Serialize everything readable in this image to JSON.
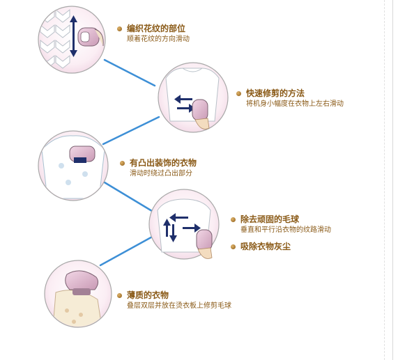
{
  "tips": [
    {
      "title": "编织花纹的部位",
      "desc": "顺着花纹的方向滑动"
    },
    {
      "title": "快速修剪的方法",
      "desc": "将机身小幅度在衣物上左右滑动"
    },
    {
      "title": "有凸出装饰的衣物",
      "desc": "滑动时绕过凸出部分"
    },
    {
      "title": "除去顽固的毛球",
      "desc": "垂直和平行沿衣物的纹路滑动"
    },
    {
      "title": "吸除衣物灰尘",
      "desc": ""
    },
    {
      "title": "薄质的衣物",
      "desc": "叠层双层并放在烫衣板上修剪毛球"
    }
  ],
  "colors": {
    "text": "#8a5a17",
    "connector": "#3d8fd6",
    "circle_border": "#a8a8a8",
    "circle_fill": "#f7e4ee"
  }
}
